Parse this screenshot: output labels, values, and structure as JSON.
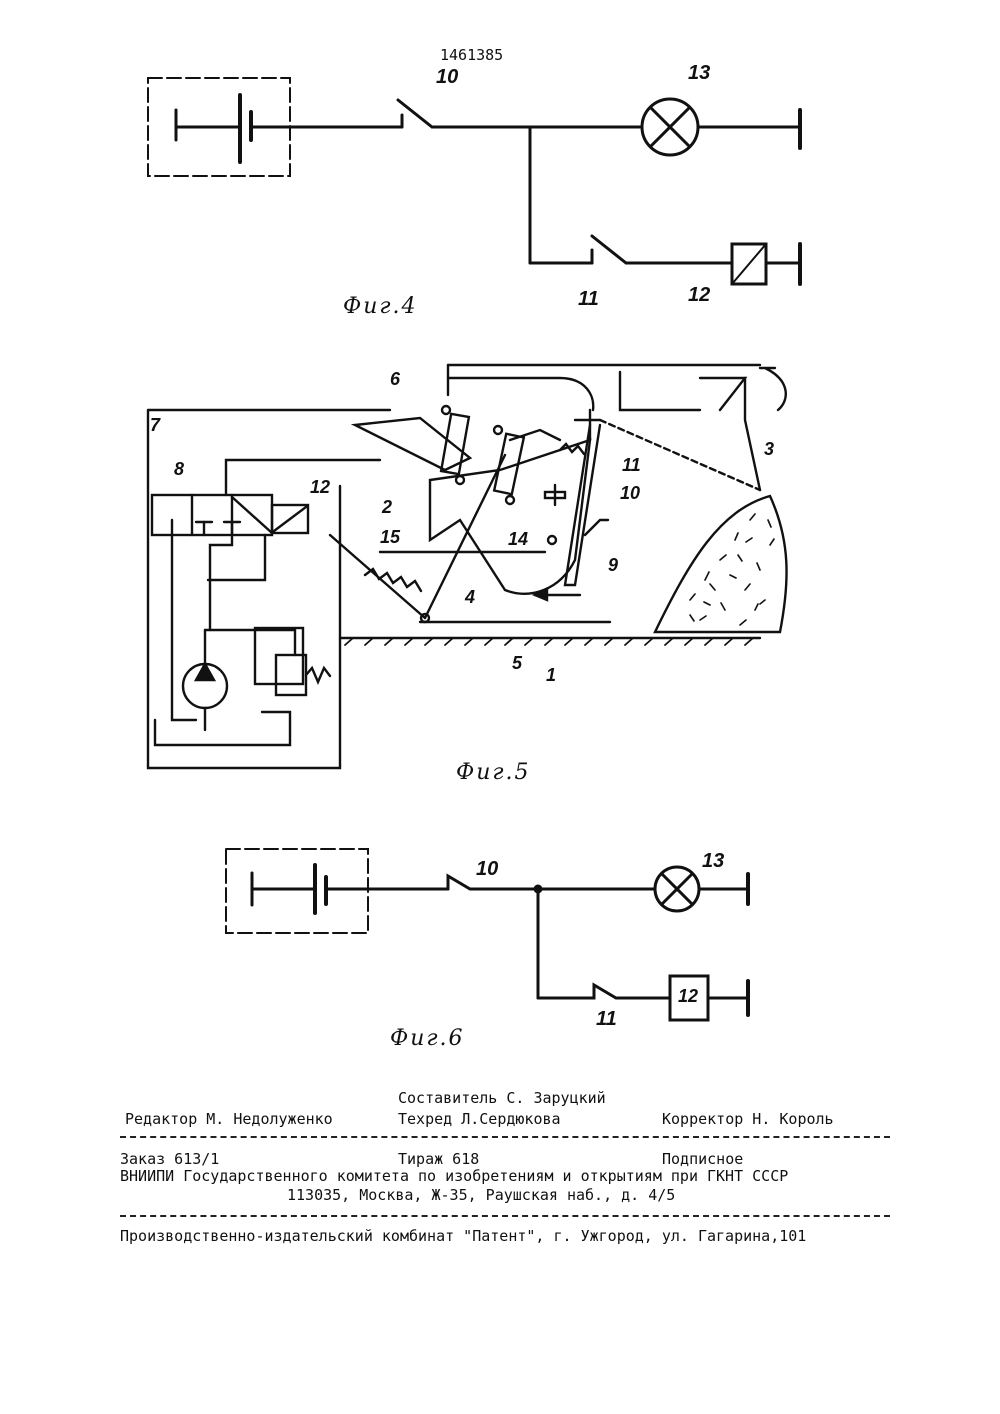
{
  "doc_number": "1461385",
  "fig4": {
    "caption": "Фиг.4",
    "labels": {
      "switch_top": "10",
      "lamp": "13",
      "switch_bottom": "11",
      "relay": "12"
    }
  },
  "fig5": {
    "caption": "Фиг.5",
    "labels": {
      "l1": "1",
      "l2": "2",
      "l3": "3",
      "l4": "4",
      "l5": "5",
      "l6": "6",
      "l7": "7",
      "l8": "8",
      "l9": "9",
      "l10": "10",
      "l11": "11",
      "l12": "12",
      "l14": "14",
      "l15": "15"
    }
  },
  "fig6": {
    "caption": "Фиг.6",
    "labels": {
      "switch_top": "10",
      "lamp": "13",
      "switch_bottom": "11",
      "relay": "12"
    }
  },
  "footer": {
    "compiler": "Составитель С. Заруцкий",
    "editor": "Редактор М. Недолуженко",
    "techred": "Техред Л.Сердюкова",
    "corrector": "Корректор Н. Король",
    "order": "Заказ 613/1",
    "circulation": "Тираж 618",
    "subscription": "Подписное",
    "org_line": "ВНИИПИ Государственного комитета по изобретениям и открытиям при ГКНТ СССР",
    "address": "113035, Москва, Ж-35, Раушская наб., д. 4/5",
    "publisher": "Производственно-издательский комбинат \"Патент\", г. Ужгород, ул. Гагарина,101"
  }
}
